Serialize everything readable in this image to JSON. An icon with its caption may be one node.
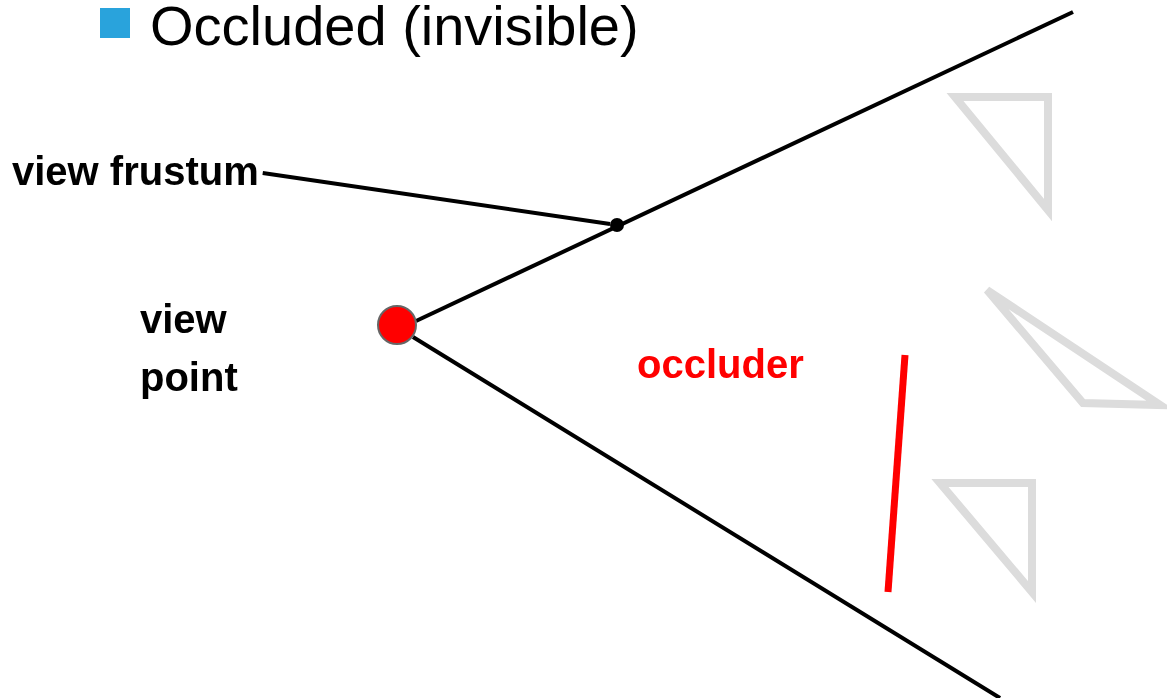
{
  "diagram": {
    "title": "Occluded (invisible)",
    "nodes": [
      {
        "text": [
          "view frustum"
        ]
      },
      {
        "text": [],
        "shape": "circle"
      },
      {
        "text": [],
        "shape": "circle",
        "beside": [
          "view point"
        ]
      }
    ],
    "edges": [
      {
        "from": 0,
        "to": 1,
        "arrow": "none"
      }
    ],
    "labels": [
      "occluder"
    ]
  }
}
